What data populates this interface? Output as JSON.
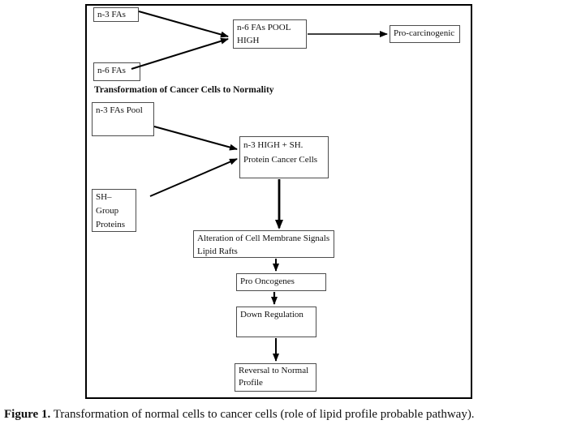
{
  "colors": {
    "background": "#ffffff",
    "outer_border": "#000000",
    "node_border": "#4d4d4d",
    "arrow": "#000000",
    "text": "#111111"
  },
  "diagram": {
    "section_heading": "Transformation of Cancer Cells to Normality",
    "nodes": {
      "n3_fas": {
        "lines": [
          "n-3 FAs"
        ]
      },
      "n6_fas": {
        "lines": [
          "n-6 FAs"
        ]
      },
      "n6_pool_high": {
        "lines": [
          "n-6 FAs POOL",
          "HIGH"
        ]
      },
      "pro_carcinogenic": {
        "lines": [
          "Pro-carcinogenic"
        ]
      },
      "n3_fas_pool": {
        "lines": [
          "n-3 FAs Pool"
        ]
      },
      "n3_high_sh": {
        "lines": [
          "n-3 HIGH + SH.",
          "Protein Cancer Cells"
        ]
      },
      "sh_group_proteins": {
        "lines": [
          "SH–",
          "Group",
          "Proteins"
        ]
      },
      "alteration": {
        "lines": [
          "Alteration of Cell Membrane Signals",
          "Lipid Rafts"
        ]
      },
      "pro_oncogenes": {
        "lines": [
          "Pro Oncogenes"
        ]
      },
      "down_regulation": {
        "lines": [
          "Down Regulation"
        ]
      },
      "reversal": {
        "lines": [
          "Reversal to Normal",
          "Profile"
        ]
      }
    }
  },
  "caption": {
    "label": "Figure 1.",
    "text": " Transformation of normal cells to cancer cells (role of lipid profile probable pathway)."
  }
}
